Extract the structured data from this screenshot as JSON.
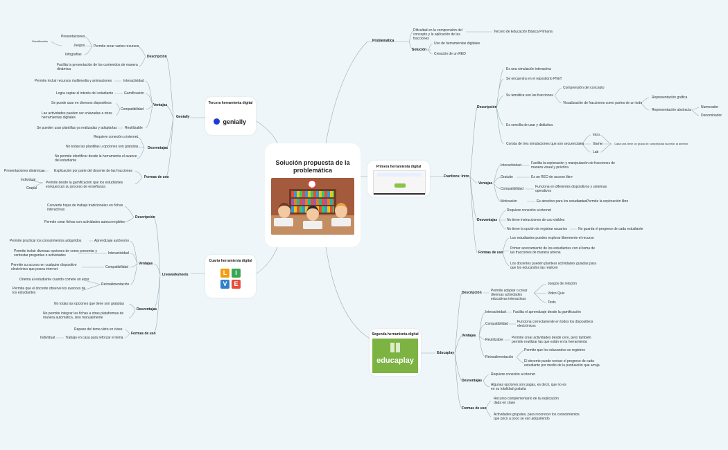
{
  "central": {
    "title": "Solución propuesta de la problemática"
  },
  "problem": {
    "label": "Problemática",
    "difficulty": "Dificultad en la comprensión del concepto y la aplicación de las fracciones",
    "grade": "Tercero de Educación Básica Primaria",
    "solution_label": "Solución",
    "solution_items": [
      "Uso de herramientas digitales",
      "Creación de un RED"
    ]
  },
  "first_tool": {
    "card_title": "Primera herramienta digital",
    "name": "Fractions: Intro",
    "description": {
      "label": "Descripción",
      "items": [
        "Es una simulación interactiva",
        "Se encuentra en el repositorio PhET",
        "Su temática son las fracciones",
        "Es sencilla de usar y didáctica",
        "Consta de tres simulaciones que son secuenciales"
      ],
      "theme_sub": [
        "Comprensión del concepto",
        "Visualización de fracciones como partes de un todo"
      ],
      "representation": [
        "Representación gráfica",
        "Representación abstracta"
      ],
      "abstract_parts": [
        "Numerador",
        "Denominador"
      ],
      "simulations": [
        "Intro",
        "Game",
        "Lab"
      ],
      "sim_note": "Cada una tiene un grado de complejidad superior al anterior"
    },
    "advantages": {
      "label": "Ventajas",
      "rows": [
        {
          "k": "Interactividad",
          "v": "Facilita la exploración y manipulación de fracciones de manera visual y práctica"
        },
        {
          "k": "Gratuito",
          "v": "Es un RED de acceso libre"
        },
        {
          "k": "Compatibilidad",
          "v": "Funciona en diferentes dispositivos y sistemas operativos"
        },
        {
          "k": "Motivación",
          "v": "Es atractivo para los estudiantes"
        }
      ],
      "motivation_extra": "Permite la exploración libre"
    },
    "disadvantages": {
      "label": "Desventajas",
      "items": [
        "Requiere conexión a internet",
        "No tiene instrucciones de uso visibles",
        "No tiene la opción de registrar usuarios"
      ],
      "extra": "No guarda el progreso de cada estudiante"
    },
    "usage": {
      "label": "Formas de uso",
      "items": [
        "Los estudiantes pueden explorar libremente el recurso",
        "Primer acercamiento de los estudiantes con el tema de las fracciones de manera amena",
        "Los docentes pueden plantear actividades guiadas para que los educandos las realicen"
      ]
    }
  },
  "second_tool": {
    "card_title": "Segunda herramienta digital",
    "logo_text": "educaplay",
    "name": "Educaplay",
    "description": {
      "label": "Descripción",
      "text": "Permite adaptar o crear diversas actividades educativas interactivas",
      "items": [
        "Juegos de relación",
        "Video Quiz",
        "Tests"
      ]
    },
    "advantages": {
      "label": "Ventajas",
      "rows": [
        {
          "k": "Interactividad",
          "v": "Facilita el aprendizaje desde la gamificación"
        },
        {
          "k": "Compatibilidad",
          "v": "Funciona correctamente en todos los dispositivos electrónicos"
        },
        {
          "k": "Reutilizable",
          "v": "Permite crear actividades desde cero, pero también permite reutilizar las que están en la herramienta"
        }
      ],
      "feedback_label": "Retroalimentación",
      "feedback_items": [
        "Permite que los educandos se registren",
        "El docente puede revisar el progreso de cada estudiante por medio de la puntuación que arroja"
      ]
    },
    "disadvantages": {
      "label": "Desventajas",
      "items": [
        "Requiere conexión a internet",
        "Algunas opciones son pagas, es decir, que no es en su totalidad gratuita"
      ]
    },
    "usage": {
      "label": "Formas de uso",
      "items": [
        "Recurso complementario de la explicación dada en clase",
        "Actividades grupales, para reconocer los conocimientos que poco a poco se van adquiriendo"
      ]
    }
  },
  "third_tool": {
    "card_title": "Tercera herramienta digital",
    "logo_text": "genially",
    "name": "Genially",
    "description": {
      "label": "Descripción",
      "create_label": "Permite crear varios recursos",
      "resources": [
        "Presentaciones",
        "Juegos",
        "Infografías"
      ],
      "games_extra": "Gamificación",
      "presentation_text": "Facilita la presentación de los contenidos de manera dinámica"
    },
    "advantages": {
      "label": "Ventajas",
      "rows": [
        {
          "k": "Interactividad",
          "v": "Permite incluir recursos multimedia y animaciones"
        },
        {
          "k": "Gamificación",
          "v": "Logra captar el interés del estudiante"
        },
        {
          "k": "Reutilizable",
          "v": "Se pueden usar plantillas ya realizadas y adaptarlas"
        }
      ],
      "compat_label": "Compatibilidad",
      "compat_items": [
        "Se puede usar en diversos dispositivos",
        "Las actividades pueden ser enlazadas a otras herramientas digitales"
      ]
    },
    "disadvantages": {
      "label": "Desventajas",
      "items": [
        "Requiere conexión a internet",
        "No todas las plantillas u opciones son gratuitas",
        "No permite identificar desde la herramienta el avance del estudiante"
      ]
    },
    "usage": {
      "label": "Formas de uso",
      "items": [
        "Explicación por parte del docente de las fracciones",
        "Permite desde la gamificación que los estudiantes enriquezcan su proceso de enseñanza"
      ],
      "explanation_extra": "Presentaciones dinámicas",
      "mode_items": [
        "Individual",
        "Grupal"
      ]
    }
  },
  "fourth_tool": {
    "card_title": "Cuarta herramienta digital",
    "logo_letters": [
      "L",
      "I",
      "V",
      "E"
    ],
    "name": "Liveworksheets",
    "description": {
      "label": "Descripción",
      "items": [
        "Convierte hojas de trabajo tradicionales en fichas interactivas",
        "Permite crear fichas con actividades autocorregibles"
      ]
    },
    "advantages": {
      "label": "Ventajas",
      "rows": [
        {
          "k": "Aprendizaje autónomo",
          "v": "Permite practicar los conocimientos adquiridos"
        },
        {
          "k": "Interactividad",
          "v": "Permite incluir diversas opciones de como presentar y contestar preguntas o actividades"
        },
        {
          "k": "Compatibilidad",
          "v": "Permite su acceso en cualquier dispositivo electrónico que posea internet"
        }
      ],
      "feedback_label": "Retroalimentación",
      "feedback_items": [
        "Orienta al estudiante cuando comete un error",
        "Permite que el docente observe los avances de los estudiantes"
      ]
    },
    "disadvantages": {
      "label": "Desventajas",
      "items": [
        "No todas las opciones que tiene son gratuitas",
        "No permite integrar las fichas a otras plataformas de manera automática, sino manualmente"
      ]
    },
    "usage": {
      "label": "Formas de uso",
      "items": [
        "Repaso del tema visto en clase",
        "Trabajo en casa para reforzar el tema"
      ],
      "homework_extra": "Individual"
    }
  },
  "colors": {
    "background": "#eef6f9",
    "line": "#8fa3b0",
    "genially_blue": "#1f3bd6",
    "educaplay_green": "#7cb342"
  }
}
